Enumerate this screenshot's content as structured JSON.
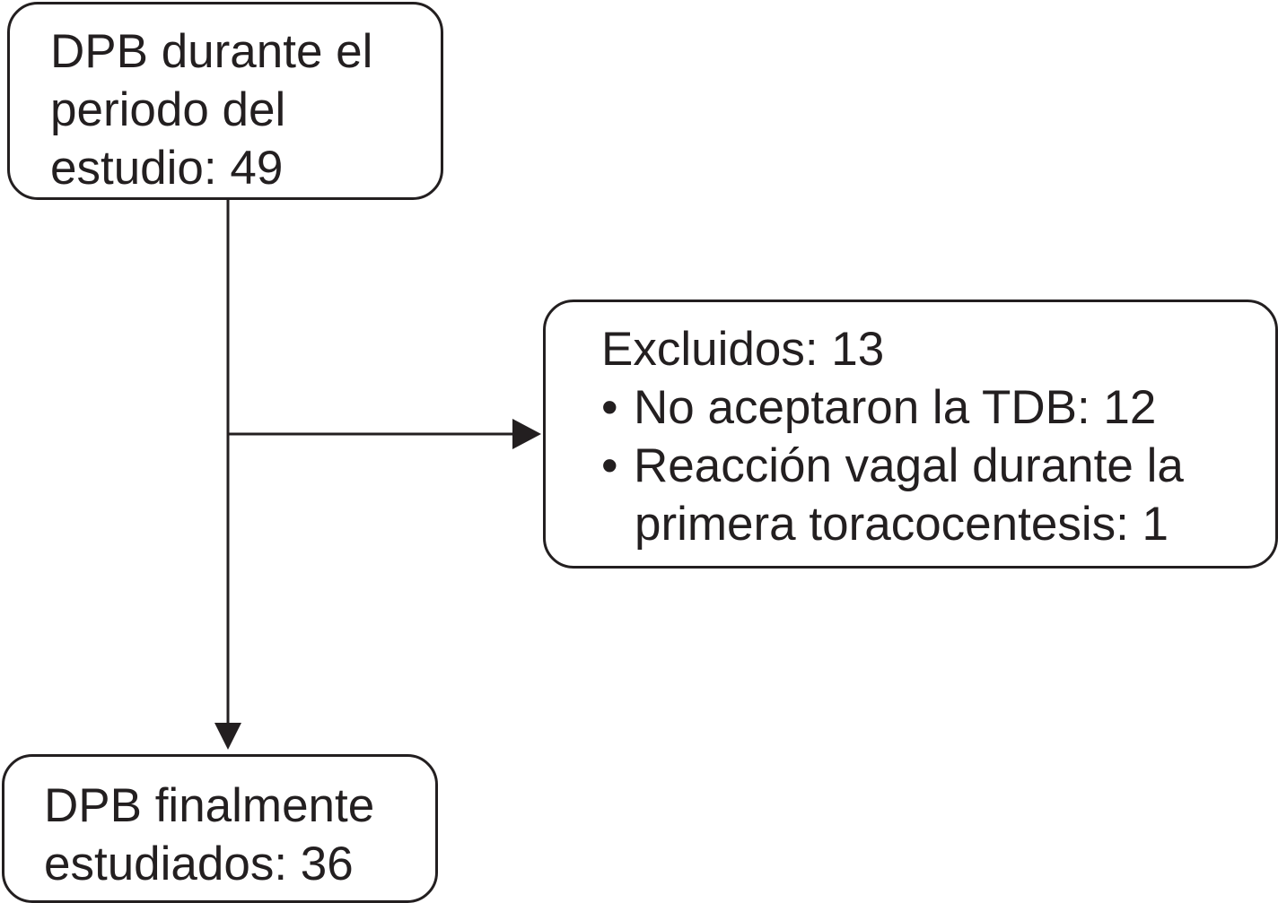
{
  "boxes": {
    "initial": {
      "lines": [
        "DPB durante el",
        "periodo del",
        "estudio: 49"
      ]
    },
    "excluded": {
      "title": "Excluidos: 13",
      "bullet_symbol": "•",
      "items": [
        {
          "lines": [
            "No aceptaron la TDB: 12"
          ]
        },
        {
          "lines": [
            "Reacción vagal durante la",
            "primera toracocentesis: 1"
          ]
        }
      ]
    },
    "final": {
      "lines": [
        "DPB finalmente",
        "estudiados: 36"
      ]
    }
  },
  "colors": {
    "stroke": "#231f20",
    "text": "#231f20",
    "background": "#ffffff"
  }
}
